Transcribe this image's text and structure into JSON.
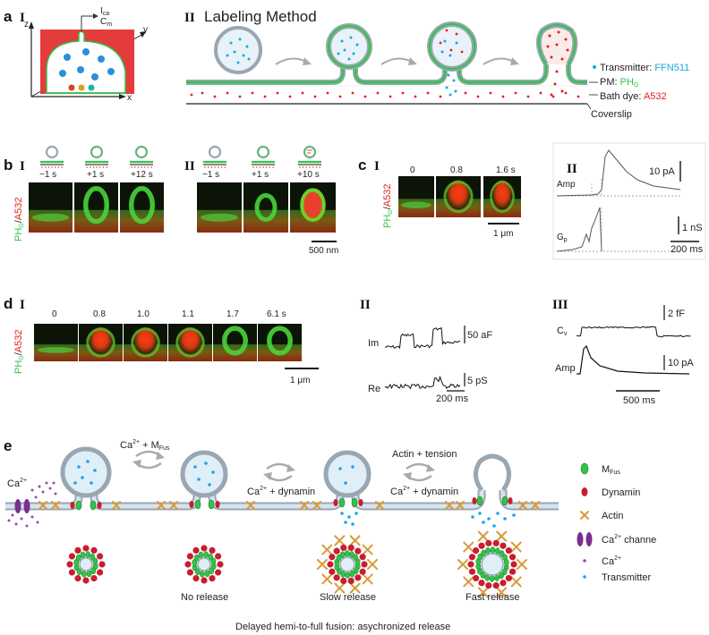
{
  "panel_a": {
    "letter": "a",
    "sub1": "I",
    "sub2": "II",
    "schematic": {
      "ica": "I",
      "ica_sub": "ca",
      "cm": "C",
      "cm_sub": "m",
      "axis_z": "z",
      "axis_y": "y",
      "axis_x": "x"
    },
    "method_title": "Labeling Method",
    "legend": {
      "transmitter_label": "Transmitter: ",
      "transmitter_value": "FFN511",
      "pm_label": "PM: ",
      "pm_value": "PH",
      "pm_sub": "G",
      "bath_label": "Bath dye: ",
      "bath_value": "A532",
      "coverslip": "Coverslip"
    },
    "colors": {
      "blue": "#1aa7e6",
      "red": "#e02020",
      "green": "#33c24a",
      "membrane": "#9aa6b1"
    }
  },
  "panel_b": {
    "letter": "b",
    "sub1": "I",
    "sub2": "II",
    "ylabel_green": "PH",
    "ylabel_sub": "G",
    "ylabel_slash": "/",
    "ylabel_red": "A532",
    "times_I": [
      "−1 s",
      "+1 s",
      "+12 s"
    ],
    "times_II": [
      "−1 s",
      "+1 s",
      "+10 s"
    ],
    "scalebar": "500 nm"
  },
  "panel_c": {
    "letter": "c",
    "sub1": "I",
    "sub2": "II",
    "times": [
      "0",
      "0.8",
      "1.6 s"
    ],
    "ylabel_green": "PH",
    "ylabel_sub": "G",
    "ylabel_slash": "/",
    "ylabel_red": "A532",
    "scalebar": "1 μm",
    "amp_label": "Amp",
    "amp_scale": "10 pA",
    "gp_label": "G",
    "gp_sub": "p",
    "gp_scale": "1 nS",
    "time_scale": "200 ms"
  },
  "panel_d": {
    "letter": "d",
    "sub1": "I",
    "sub2": "II",
    "sub3": "III",
    "times": [
      "0",
      "0.8",
      "1.0",
      "1.1",
      "1.7",
      "6.1 s"
    ],
    "ylabel_green": "PH",
    "ylabel_sub": "G",
    "ylabel_slash": "/",
    "ylabel_red": "A532",
    "scalebar": "1 μm",
    "im_label": "Im",
    "im_scale": "50 aF",
    "re_label": "Re",
    "re_scale": "5 pS",
    "time_scale_II": "200 ms",
    "cv_label": "C",
    "cv_sub": "v",
    "cv_scale": "2 fF",
    "amp_label": "Amp",
    "amp_scale": "10 pA",
    "time_scale_III": "500 ms"
  },
  "panel_e": {
    "letter": "e",
    "ca_label": "Ca",
    "ca_sup": "2+",
    "step1_a": "Ca",
    "step1_sup": "2+",
    "step1_b": " + M",
    "step1_sub": "Fus",
    "step2_a": "Ca",
    "step2_sup": "2+",
    "step2_b": " + dynamin",
    "step3_top": "Actin + tension",
    "step3_a": "Ca",
    "step3_sup": "2+",
    "step3_b": " + dynamin",
    "no_release": "No release",
    "slow_release": "Slow release",
    "fast_release": "Fast release",
    "footer": "Delayed hemi-to-full fusion: asychronized release",
    "legend": {
      "mfus": "M",
      "mfus_sub": "Fus",
      "dynamin": "Dynamin",
      "actin": "Actin",
      "channel": "Ca",
      "channel_sup": "2+",
      "channel_b": " channe",
      "ca": "Ca",
      "ca_sup": "2+",
      "transmitter": "Transmitter"
    }
  }
}
